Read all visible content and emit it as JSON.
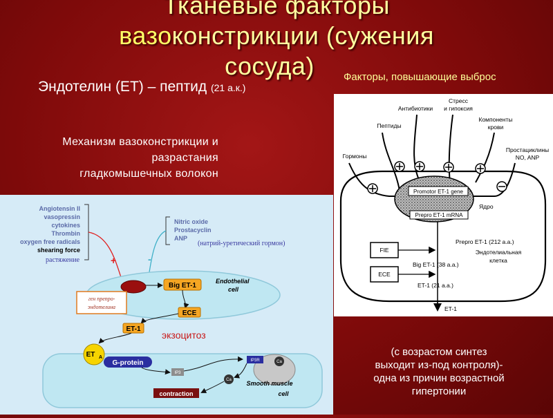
{
  "title": {
    "line1": "Тканевые факторы",
    "line2_part1": "вазо",
    "line2_part2": "констрикции (сужения",
    "line3": "сосуда)"
  },
  "subtitle": {
    "main": "Эндотелин (ET) – пептид ",
    "note": "(21 а.к.)"
  },
  "factors_heading": "Факторы, повышающие выброс",
  "mechanism": {
    "line1": "Механизм вазоконстрикции и",
    "line2": "разрастания",
    "line3": "гладкомышечных волокон"
  },
  "left_diagram": {
    "stimulators": [
      "Angiotensin II",
      "vasopressin",
      "cytokines",
      "Thrombin",
      "oxygen free radicals"
    ],
    "shearing": "shearing force",
    "stretch_ru": "растяжение",
    "inhibitors": [
      "Nitric oxide",
      "Prostacyclin",
      "ANP"
    ],
    "anp_note": "(натрий-уретический гормон)",
    "plus": "+",
    "minus": "-",
    "big_et1": "Big ET-1",
    "endothelial_cell_1": "Endothelial",
    "endothelial_cell_2": "cell",
    "gene_box_1": "ген препро-",
    "gene_box_2": "эндотелина",
    "ece": "ECE",
    "et1": "ET-1",
    "exocytosis": "экзоцитоз",
    "eta": "ET",
    "eta_sub": "A",
    "g_protein": "G-protein",
    "ip3": "IP3",
    "ip3r": "IP3R",
    "ca": "Ca",
    "smooth_1": "Smooth muscle",
    "smooth_2": "cell",
    "contraction": "contraction"
  },
  "right_diagram": {
    "stress": "Стресс",
    "hypoxia": "и гипоксия",
    "antibiotics": "Антибиотики",
    "components": "Компоненты",
    "blood": "крови",
    "peptides": "Пептиды",
    "hormones": "Гормоны",
    "prostacyclins": "Простациклины",
    "no_anp": "NO, ANP",
    "promotor": "Promotor ET-1 gene",
    "nucleus": "Ядро",
    "prepro_mrna": "Prepro ET-1 mRNA",
    "fie": "FIE",
    "ece": "ECE",
    "prepro_et1": "Prepro ET-1 (212 a.a.)",
    "big_et1": "Big ET-1 (38 a.a.)",
    "et1_21": "ET-1 (21 a.a.)",
    "et1": "ET-1",
    "endo_1": "Эндотелиальная",
    "endo_2": "клетка"
  },
  "age_note": {
    "line1": "(с возрастом синтез",
    "line2": "выходит из-под контроля)-",
    "line3": "одна из причин возрастной",
    "line4": "гипертонии"
  },
  "colors": {
    "background": "#8b0b0b",
    "title": "#ffffa0",
    "factors_heading": "#ffff99",
    "left_panel": "#d6ebf7",
    "stimulators_text": "#5b6ba8",
    "inhibitor_arrow": "#3fb0c8",
    "plus_minus": "#e02020",
    "orange_box": "#f5a623",
    "receptor": "#f7d400",
    "g_protein": "#2a2ea0",
    "contraction_box": "#7a1010"
  }
}
